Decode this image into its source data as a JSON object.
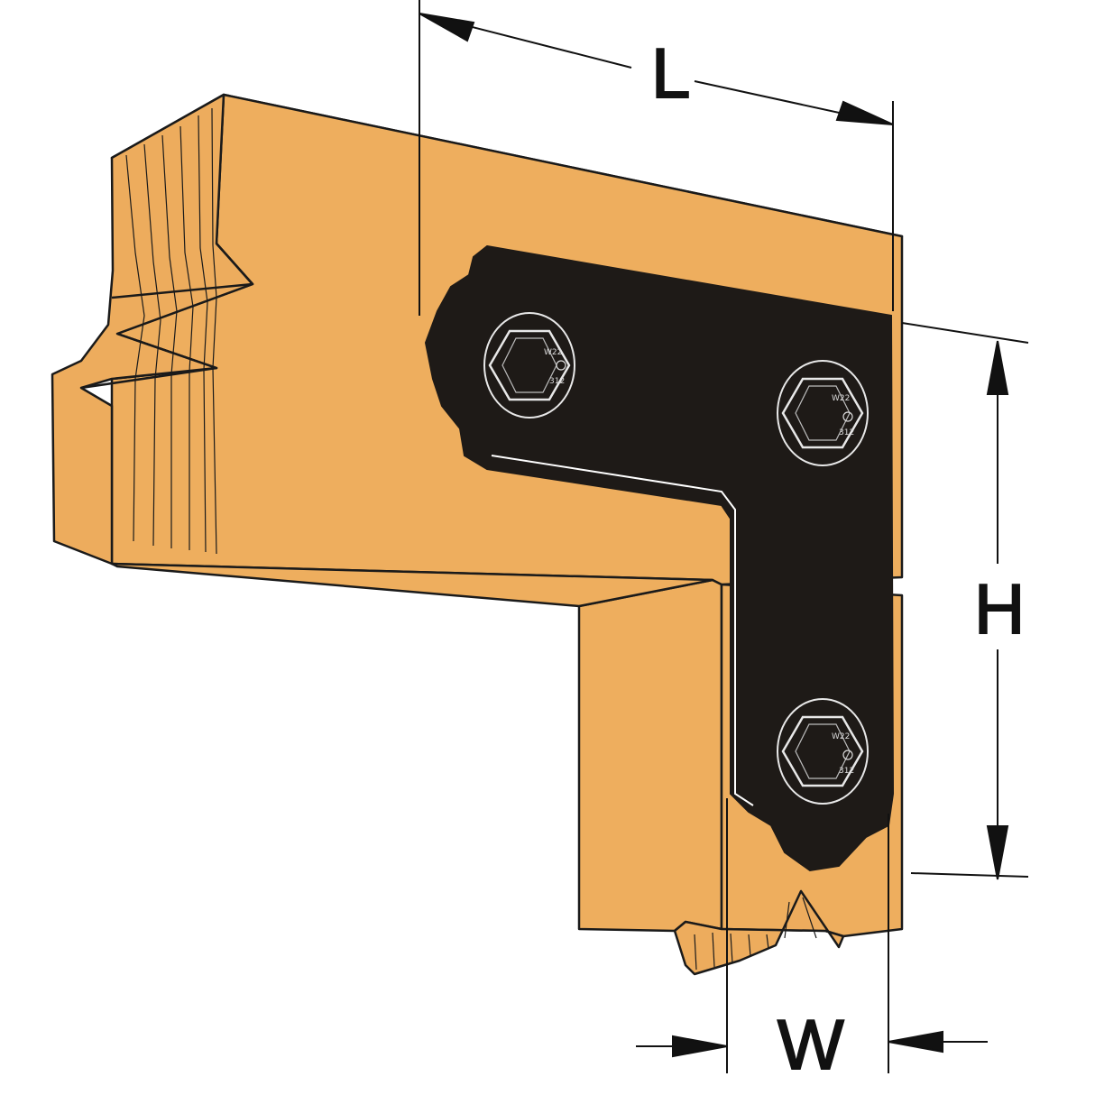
{
  "dimensions": {
    "length_label": "L",
    "height_label": "H",
    "width_label": "W"
  },
  "fasteners": {
    "head_stamp_top": "W22",
    "head_stamp_bottom": "312",
    "count": 3
  },
  "colors": {
    "wood": "#EEAE5E",
    "wood_end_grain": "#EDAC5D",
    "bracket": "#1E1A17",
    "outline": "#1a1a1a",
    "background": "#FFFFFF"
  },
  "icons": {
    "fastener": "hex-washer-head-screw-icon",
    "dimension_arrow": "arrowhead-icon"
  }
}
